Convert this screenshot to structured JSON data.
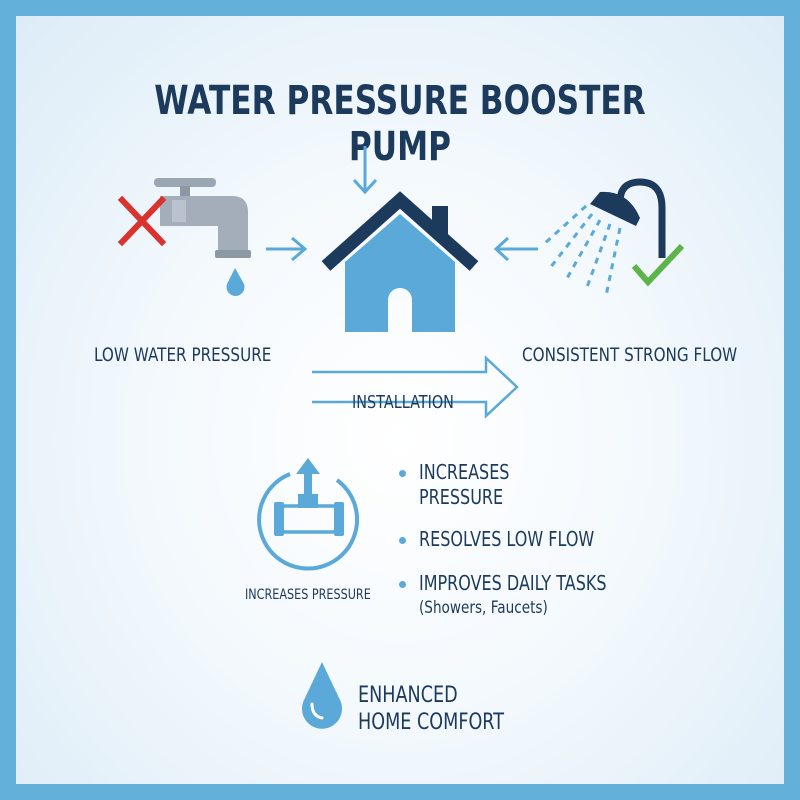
{
  "title": "WATER PRESSURE BOOSTER PUMP",
  "left_label": "LOW WATER PRESSURE",
  "right_label": "CONSISTENT STRONG FLOW",
  "installation_label": "INSTALLATION",
  "pump_icon_label": "INCREASES PRESSURE",
  "benefits": [
    {
      "line1": "INCREASES",
      "line2": "PRESSURE"
    },
    {
      "line1": "RESOLVES LOW FLOW"
    },
    {
      "line1": "IMPROVES DAILY TASKS",
      "line2": "(Showers, Faucets)"
    }
  ],
  "footer": {
    "line1": "ENHANCED",
    "line2": "HOME COMFORT"
  },
  "colors": {
    "border": "#63b0da",
    "navy": "#1b3a5c",
    "light_blue": "#5aa9d8",
    "cross_red": "#d9332f",
    "check_green": "#5cb44a",
    "faucet_gray": "#9aa6b2"
  },
  "icons": [
    "faucet-icon",
    "cross-icon",
    "drop-icon",
    "house-icon",
    "shower-icon",
    "check-icon",
    "pump-icon",
    "water-drop-icon"
  ]
}
